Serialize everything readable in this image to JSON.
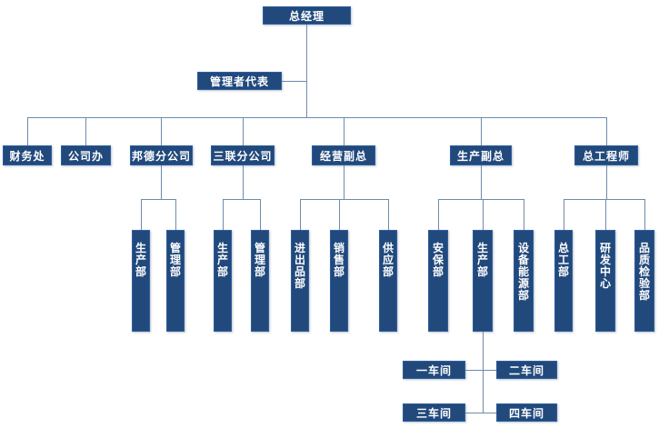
{
  "org_chart": {
    "root": "总经理",
    "management_rep": "管理者代表",
    "level3": [
      "财务处",
      "公司办",
      "邦德分公司",
      "三联分公司",
      "经营副总",
      "生产副总",
      "总工程师"
    ],
    "departments": {
      "bangde_branch": [
        "生产部",
        "管理部"
      ],
      "sanlian_branch": [
        "生产部",
        "管理部"
      ],
      "operations_vp": [
        "进出品部",
        "销售部",
        "供应部"
      ],
      "production_vp": [
        "安保部",
        "生产部",
        "设备能源部"
      ],
      "chief_engineer": [
        "总工部",
        "研发中心",
        "品质检验部"
      ]
    },
    "workshops": [
      "一车间",
      "二车间",
      "三车间",
      "四车间"
    ]
  },
  "colors": {
    "box_fill": "#21497C",
    "box_border": "#2F5E9E",
    "connector": "#6C8CAC",
    "text": "#FFFFFF",
    "background": "#FFFFFF"
  }
}
